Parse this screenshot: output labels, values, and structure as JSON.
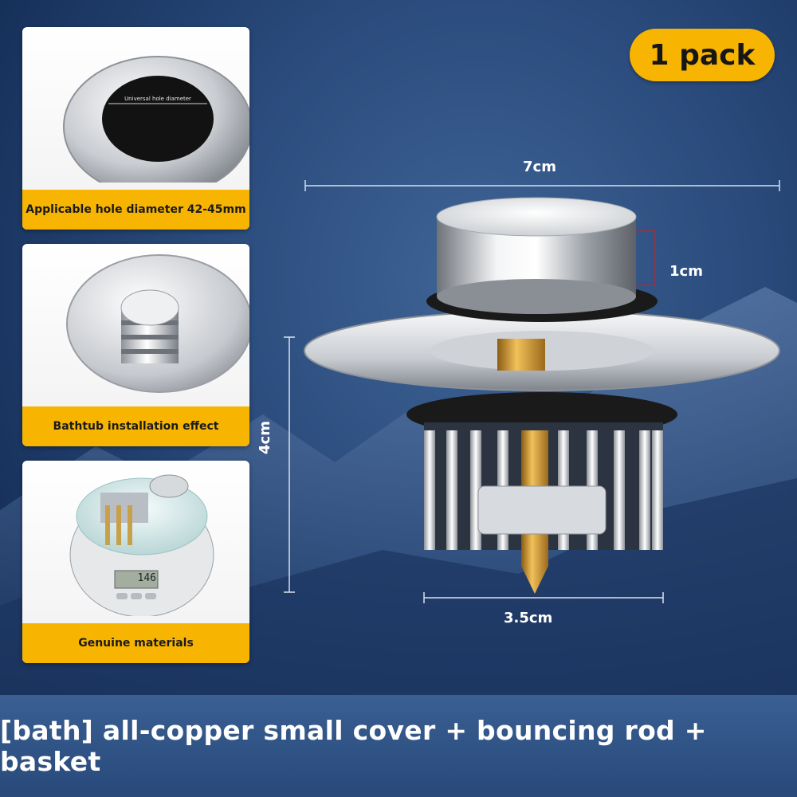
{
  "badge": {
    "label": "1 pack"
  },
  "cards": [
    {
      "caption": "Applicable hole diameter 42-45mm",
      "inner_text": "Universal hole diameter"
    },
    {
      "caption": "Bathtub installation effect"
    },
    {
      "caption": "Genuine materials",
      "scale_reading": "146"
    }
  ],
  "dimensions": {
    "width": "7cm",
    "cap_height": "1cm",
    "height": "4cm",
    "basket_width": "3.5cm"
  },
  "footer": {
    "title": "[bath] all-copper small cover + bouncing rod + basket"
  },
  "colors": {
    "accent": "#f7b400",
    "background": "#23437a"
  }
}
